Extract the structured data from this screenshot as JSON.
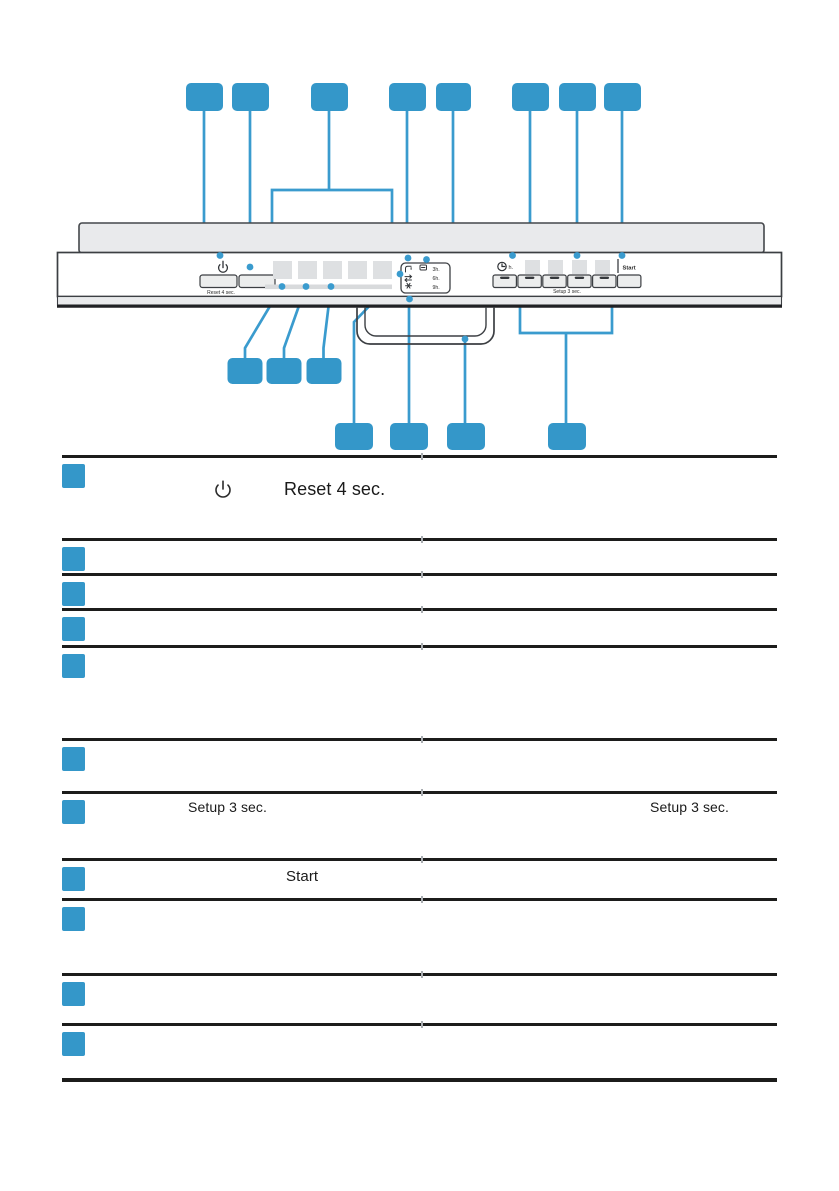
{
  "colors": {
    "accent_blue": "#3497c9",
    "panel_gray": "#e9eaec",
    "rule_black": "#1c1c1b"
  },
  "panel": {
    "reset_hint": "Reset 4 sec.",
    "setup_hint": "Setup 3 sec.",
    "start_label": "Start",
    "timer_unit": "h.",
    "delay_options": [
      "3h.",
      "6h.",
      "9h."
    ]
  },
  "legend_table": {
    "rows": [
      {
        "left": "Reset 4 sec.",
        "right": ""
      },
      {
        "left": "",
        "right": ""
      },
      {
        "left": "",
        "right": ""
      },
      {
        "left": "",
        "right": ""
      },
      {
        "left": "",
        "right": ""
      },
      {
        "left": "",
        "right": ""
      },
      {
        "left": "Setup 3 sec.",
        "right": "Setup 3 sec."
      },
      {
        "left": "Start",
        "right": ""
      },
      {
        "left": "",
        "right": ""
      },
      {
        "left": "",
        "right": ""
      },
      {
        "left": "",
        "right": ""
      }
    ]
  }
}
